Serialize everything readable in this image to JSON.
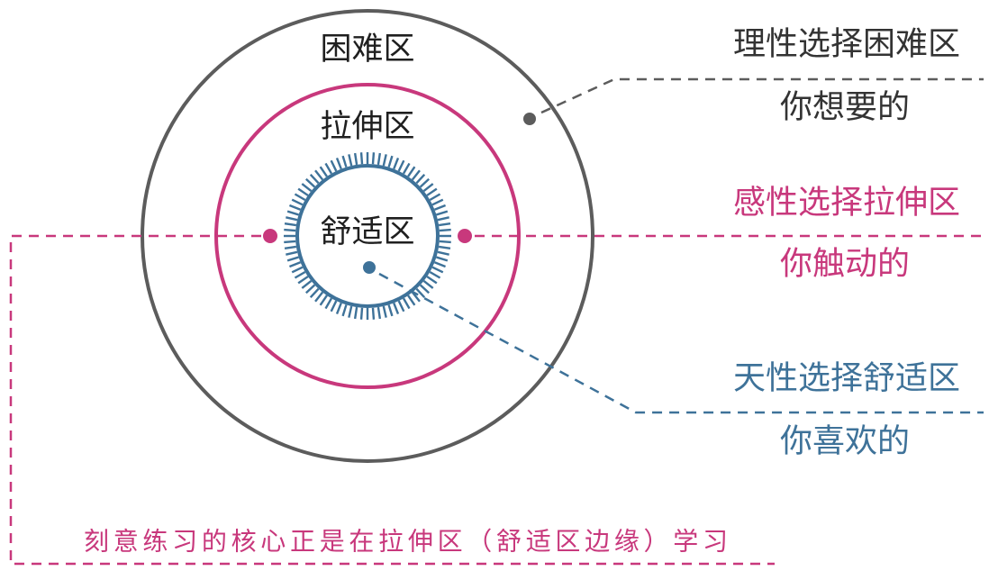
{
  "zones": {
    "hard": "困难区",
    "stretch": "拉伸区",
    "comfort": "舒适区"
  },
  "callouts": {
    "hard": {
      "title": "理性选择困难区",
      "subtitle": "你想要的"
    },
    "stretch": {
      "title": "感性选择拉伸区",
      "subtitle": "你触动的"
    },
    "comfort": {
      "title": "天性选择舒适区",
      "subtitle": "你喜欢的"
    }
  },
  "footnote": "刻意练习的核心正是在拉伸区（舒适区边缘）学习",
  "colors": {
    "hard": "#5c5c5c",
    "stretch": "#c8387c",
    "comfort": "#3e7299",
    "label": "#1f1f1f",
    "hard_callout": "#333333"
  }
}
